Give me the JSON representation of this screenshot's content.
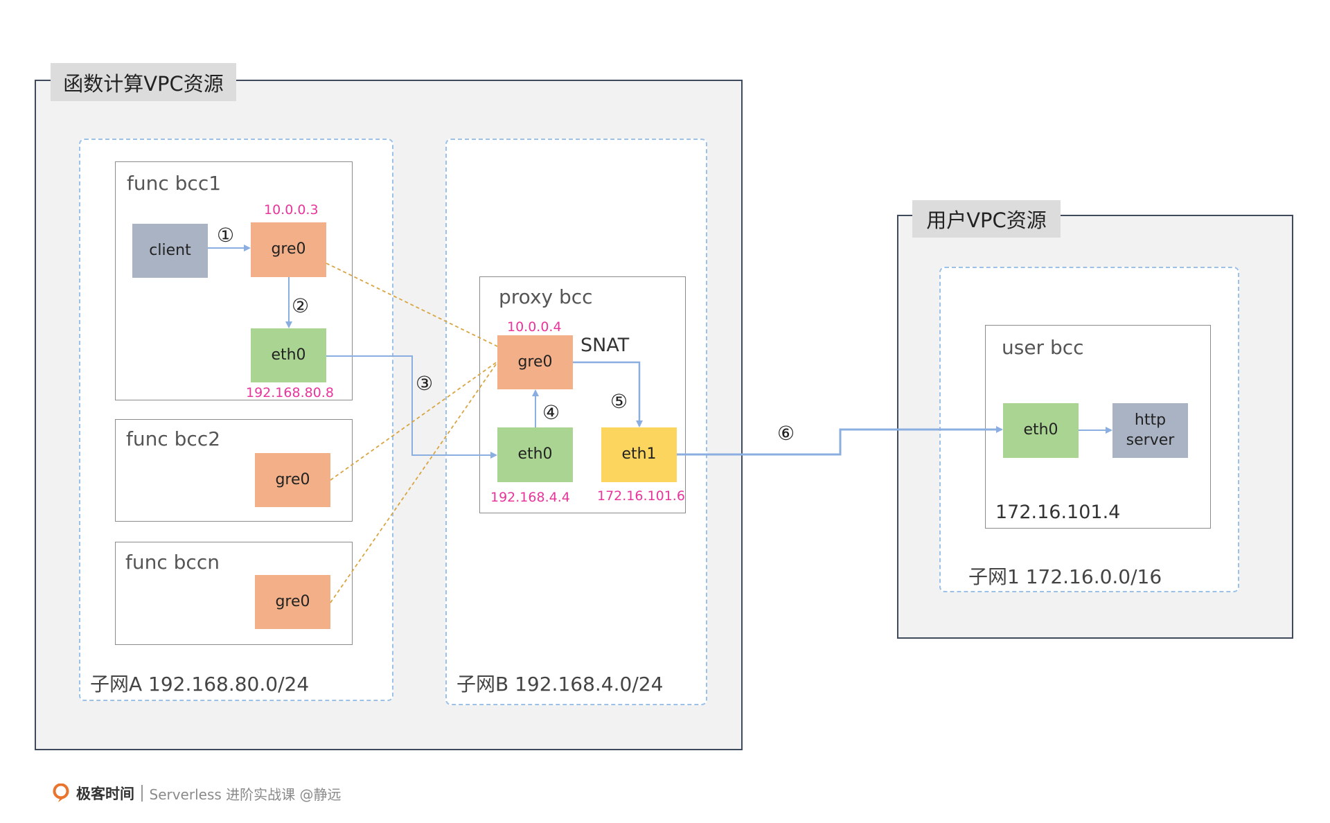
{
  "func_vpc": {
    "title": "函数计算VPC资源",
    "subnet_a": {
      "label": "子网A 192.168.80.0/24",
      "bcc1": {
        "label": "func bcc1",
        "client": "client",
        "gre0": "gre0",
        "gre0_ip": "10.0.0.3",
        "eth0": "eth0",
        "eth0_ip": "192.168.80.8"
      },
      "bcc2": {
        "label": "func bcc2",
        "gre0": "gre0"
      },
      "bccn": {
        "label": "func bccn",
        "gre0": "gre0"
      }
    },
    "subnet_b": {
      "label": "子网B 192.168.4.0/24",
      "proxy": {
        "label": "proxy bcc",
        "gre0": "gre0",
        "gre0_ip": "10.0.0.4",
        "snat": "SNAT",
        "eth0": "eth0",
        "eth0_ip": "192.168.4.4",
        "eth1": "eth1",
        "eth1_ip": "172.16.101.6"
      }
    }
  },
  "user_vpc": {
    "title": "用户VPC资源",
    "subnet": {
      "label": "子网1 172.16.0.0/16",
      "user_bcc": {
        "label": "user bcc",
        "eth0": "eth0",
        "http_line1": "http",
        "http_line2": "server",
        "ip": "172.16.101.4"
      }
    }
  },
  "steps": [
    "①",
    "②",
    "③",
    "④",
    "⑤",
    "⑥"
  ],
  "footer": {
    "brand": "极客时间",
    "text": "Serverless 进阶实战课 @静远",
    "logo_icon": "geektime-logo-icon"
  },
  "colors": {
    "gre": "#f3b088",
    "eth": "#aad492",
    "client": "#a9b3c4",
    "eth1": "#fcd55e",
    "ip_text": "#e8359b",
    "wire": "#8aaee0",
    "tunnel": "#d8a542"
  }
}
